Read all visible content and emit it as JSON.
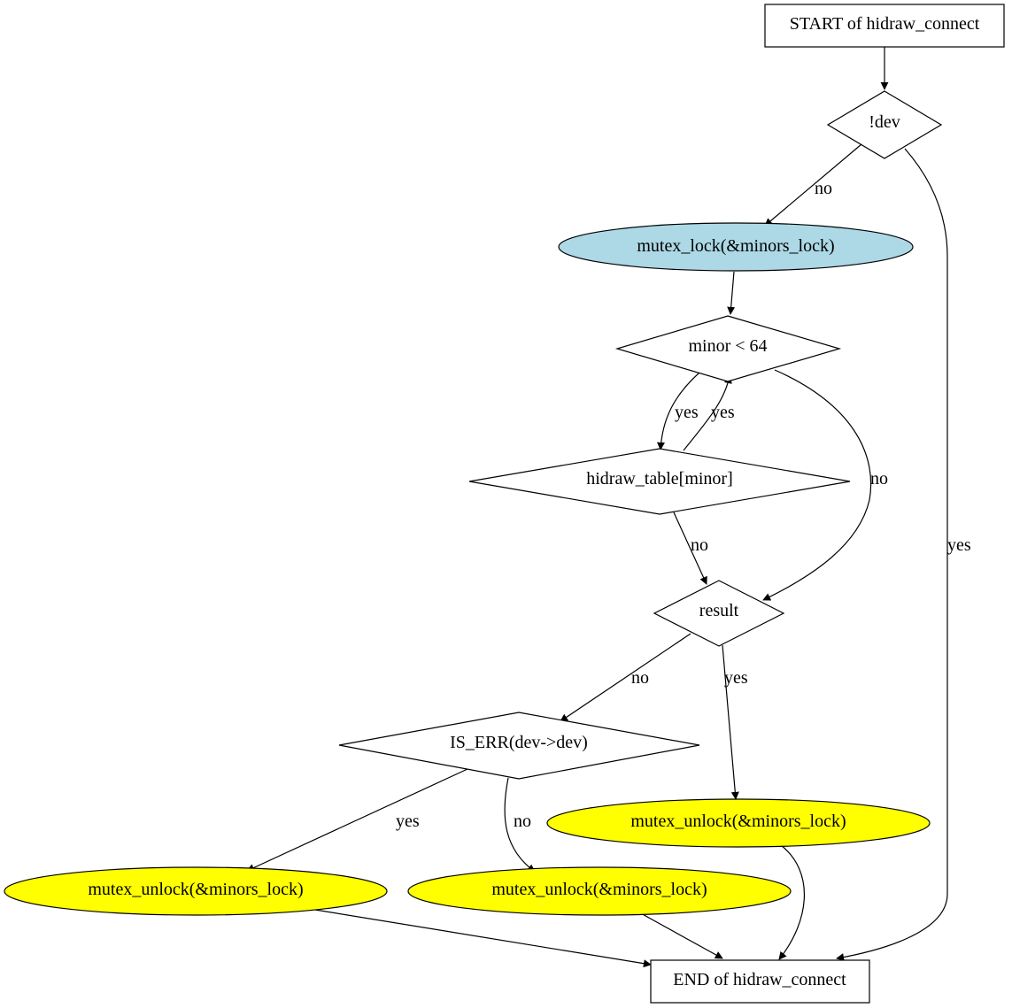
{
  "colors": {
    "lock": "#add8e6",
    "unlock": "#ffff00",
    "plain": "#ffffff",
    "stroke": "#000000"
  },
  "nodes": {
    "start": "START of hidraw_connect",
    "not_dev": "!dev",
    "lock": "mutex_lock(&minors_lock)",
    "minor_lt": "minor < 64",
    "table": "hidraw_table[minor]",
    "result": "result",
    "is_err": "IS_ERR(dev->dev)",
    "unlock_a": "mutex_unlock(&minors_lock)",
    "unlock_b": "mutex_unlock(&minors_lock)",
    "unlock_c": "mutex_unlock(&minors_lock)",
    "end": "END of hidraw_connect"
  },
  "edges": {
    "notdev_lock": "no",
    "notdev_end": "yes",
    "minor_table": "yes",
    "table_minor": "yes",
    "minor_result": "no",
    "table_result": "no",
    "result_iserr": "no",
    "result_unlock": "yes",
    "iserr_unlock_left": "yes",
    "iserr_unlock_mid": "no"
  }
}
